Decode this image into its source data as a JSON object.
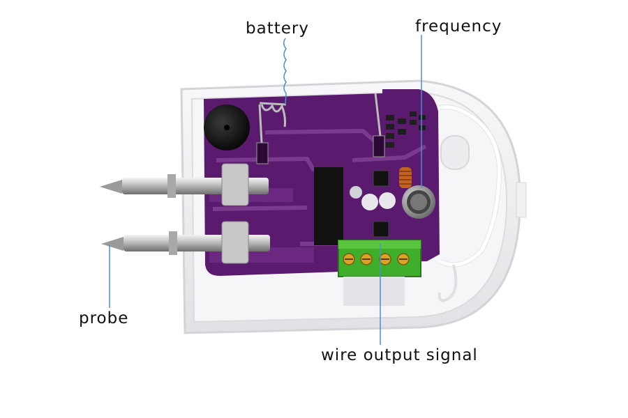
{
  "labels": {
    "battery": "battery",
    "frequency": "frequency",
    "probe": "probe",
    "wire_output_signal": "wire output signal"
  },
  "colors": {
    "pcb": "#5a1a6e",
    "pcb_trace": "#7a3a8e",
    "housing": "#f2f2f4",
    "terminal_block": "#3fae2a",
    "leader_line": "#4a8fd0"
  }
}
